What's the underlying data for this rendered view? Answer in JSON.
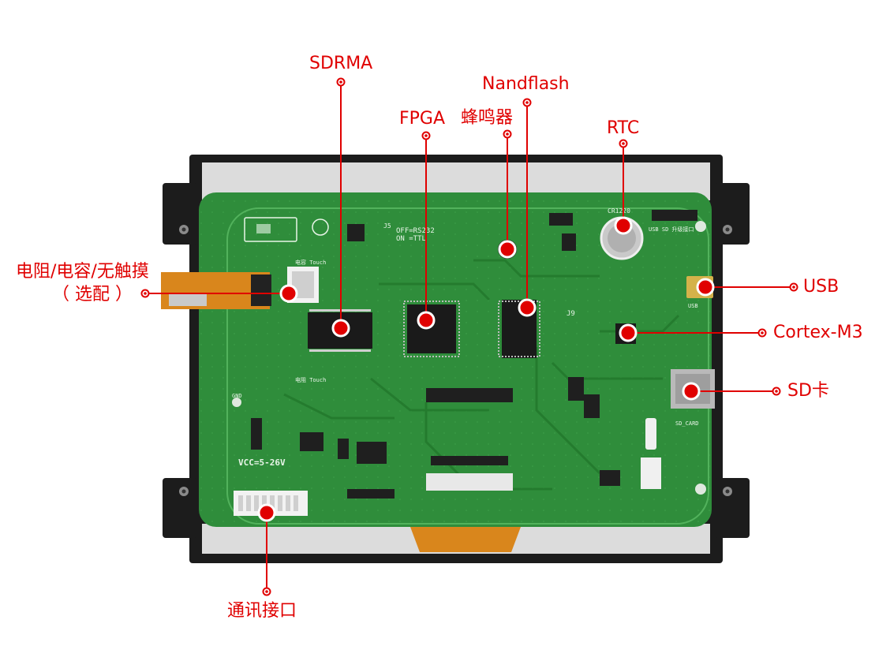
{
  "colors": {
    "accent": "#e00000",
    "pcb": "#2e8b3a",
    "frame": "#1b1b1b"
  },
  "labels": {
    "sdram": "SDRMA",
    "nandflash": "Nandflash",
    "fpga": "FPGA",
    "buzzer": "蜂鸣器",
    "rtc": "RTC",
    "resistor_line1": "电阻/电容/无触摸",
    "resistor_line2": "（ 选配 ）",
    "usb": "USB",
    "cortex": "Cortex-M3",
    "sdcard": "SD卡",
    "comm": "通讯接口"
  },
  "silkscreen": {
    "jumper_text_1": "OFF=RS232",
    "jumper_text_2": "ON =TTL",
    "vcc": "VCC=5-26V",
    "usb_port": "USB",
    "sd_port": "SD_CARD",
    "battery": "CR1220",
    "usb_sd_header": "USB SD 升级接口",
    "touch_top": "电容 Touch",
    "touch_bottom": "电阻 Touch",
    "gnd": "GND",
    "j5": "J5",
    "j9": "J9"
  }
}
